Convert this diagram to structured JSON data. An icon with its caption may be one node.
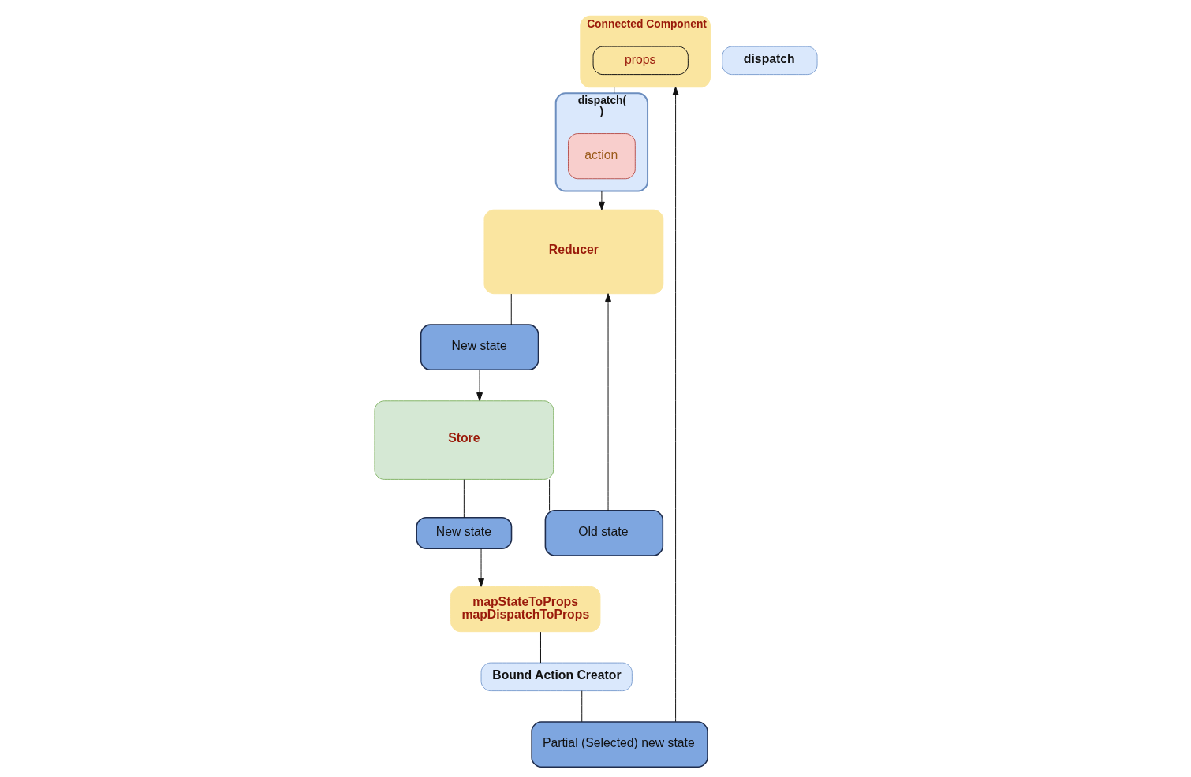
{
  "diagram": {
    "nodes": [
      {
        "text": [
          "Reducer"
        ]
      },
      {
        "text": [
          "dispatch(",
          ")"
        ]
      },
      {
        "text": [
          "action"
        ],
        "in": 1
      },
      {
        "text": [
          "Connected Component"
        ]
      },
      {
        "text": [
          "props"
        ],
        "in": 3
      },
      {
        "text": [
          "Old state"
        ]
      },
      {
        "text": [
          "New state"
        ]
      },
      {
        "text": [
          "Store"
        ]
      },
      {
        "text": [
          "New state"
        ]
      },
      {
        "text": [
          "dispatch"
        ]
      },
      {
        "text": [
          "mapStateToProps",
          "mapDispatchToProps"
        ]
      },
      {
        "text": [
          "Partial (Selected) new state"
        ]
      },
      {
        "text": [
          "Bound Action Creator"
        ]
      }
    ],
    "edges": [
      {
        "from": 7,
        "to": 5,
        "arrow": "none"
      },
      {
        "from": 5,
        "to": 0,
        "arrow": "to"
      },
      {
        "from": 0,
        "to": 6,
        "arrow": "none"
      },
      {
        "from": 6,
        "to": 7,
        "arrow": "to"
      },
      {
        "from": 7,
        "to": 8,
        "arrow": "none"
      },
      {
        "from": 8,
        "to": 10,
        "arrow": "to"
      },
      {
        "from": 10,
        "to": 12,
        "arrow": "none"
      },
      {
        "from": 12,
        "to": 11,
        "arrow": "none"
      },
      {
        "from": 11,
        "to": 3,
        "arrow": "to"
      },
      {
        "from": 3,
        "to": 1,
        "arrow": "none"
      },
      {
        "from": 1,
        "to": 0,
        "arrow": "to"
      }
    ]
  }
}
